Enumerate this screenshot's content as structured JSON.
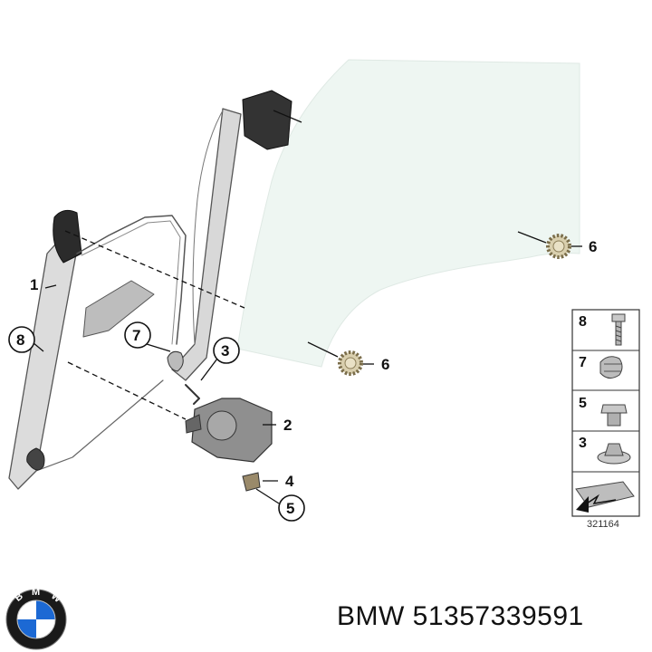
{
  "diagram": {
    "callouts": [
      "1",
      "2",
      "3",
      "4",
      "5",
      "6",
      "6",
      "7",
      "8"
    ],
    "legend": [
      "8",
      "7",
      "5",
      "3"
    ],
    "reference_number": "321164"
  },
  "logo": {
    "brand_letters": [
      "B",
      "M",
      "W"
    ],
    "colors": {
      "blue": "#1c69d4",
      "ring": "#1a1a1a",
      "white": "#ffffff"
    }
  },
  "caption": {
    "brand": "BMW",
    "part_number": "51357339591"
  }
}
